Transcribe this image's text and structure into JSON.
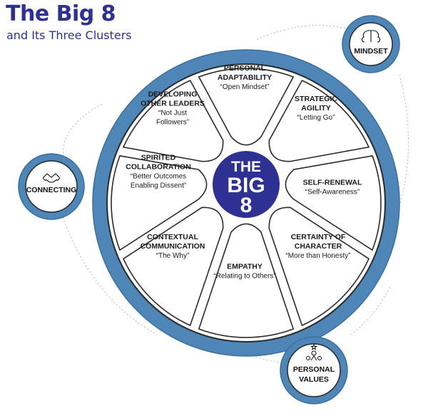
{
  "header": {
    "title": "The Big 8",
    "subtitle": "and Its Three Clusters"
  },
  "colors": {
    "brand_navy": "#2e3192",
    "ring_blue": "#4f86b8",
    "ring_dark": "#3a6f9e",
    "outline": "#2b2b2b"
  },
  "center": {
    "lines": [
      "THE",
      "BIG",
      "8"
    ]
  },
  "segments": [
    {
      "title": [
        "PERSONAL",
        "ADAPTABILITY"
      ],
      "subtitle": [
        "“Open Mindset”"
      ]
    },
    {
      "title": [
        "STRATEGIC",
        "AGILITY"
      ],
      "subtitle": [
        "“Letting Go”"
      ]
    },
    {
      "title": [
        "SELF-RENEWAL"
      ],
      "subtitle": [
        "“Self-Awareness”"
      ]
    },
    {
      "title": [
        "CERTAINTY OF",
        "CHARACTER"
      ],
      "subtitle": [
        "“More than Honesty”"
      ]
    },
    {
      "title": [
        "EMPATHY"
      ],
      "subtitle": [
        "“Relating to Others”"
      ]
    },
    {
      "title": [
        "CONTEXTUAL",
        "COMMUNICATION"
      ],
      "subtitle": [
        "“The Why”"
      ]
    },
    {
      "title": [
        "SPIRITED",
        "COLLABORATION"
      ],
      "subtitle": [
        "“Better Outcomes",
        "Enabling Dissent”"
      ]
    },
    {
      "title": [
        "DEVELOPING",
        "OTHER LEADERS"
      ],
      "subtitle": [
        "“Not Just",
        "Followers”"
      ]
    }
  ],
  "clusters": [
    {
      "id": "mindset",
      "label": [
        "MINDSET"
      ],
      "icon": "brain-icon"
    },
    {
      "id": "connecting",
      "label": [
        "CONNECTING"
      ],
      "icon": "handshake-icon"
    },
    {
      "id": "personal-values",
      "label": [
        "PERSONAL",
        "VALUES"
      ],
      "icon": "people-stars-icon"
    }
  ]
}
